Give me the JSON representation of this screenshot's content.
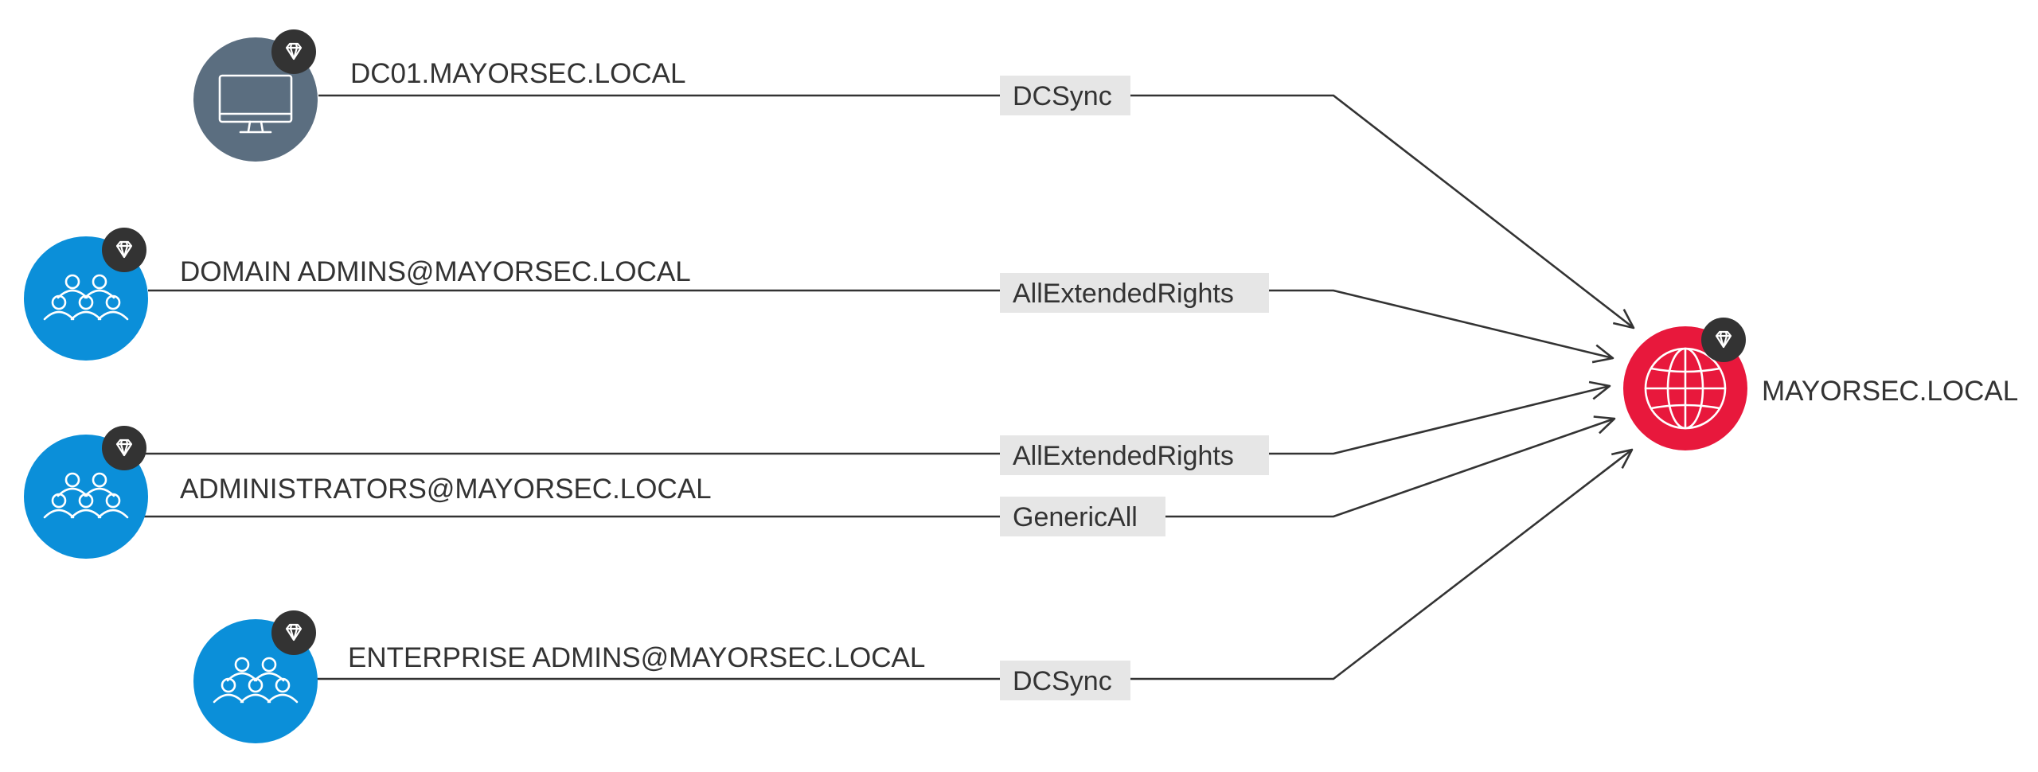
{
  "colors": {
    "computer_node": "#5b6e80",
    "group_node": "#0b8fd9",
    "domain_node": "#e8183c",
    "badge": "#333333",
    "edge_line": "#333333",
    "edge_label_bg": "#e6e6e6",
    "text": "#333333"
  },
  "nodes": {
    "dc01": {
      "label": "DC01.MAYORSEC.LOCAL",
      "kind": "computer",
      "icon": "monitor-icon",
      "highvalue": true
    },
    "domain_admins": {
      "label": "DOMAIN ADMINS@MAYORSEC.LOCAL",
      "kind": "group",
      "icon": "users-group-icon",
      "highvalue": true
    },
    "administrators": {
      "label": "ADMINISTRATORS@MAYORSEC.LOCAL",
      "kind": "group",
      "icon": "users-group-icon",
      "highvalue": true
    },
    "enterprise_admins": {
      "label": "ENTERPRISE ADMINS@MAYORSEC.LOCAL",
      "kind": "group",
      "icon": "users-group-icon",
      "highvalue": true
    },
    "mayorsec_local": {
      "label": "MAYORSEC.LOCAL",
      "kind": "domain",
      "icon": "globe-icon",
      "highvalue": true
    }
  },
  "edges": [
    {
      "from": "dc01",
      "to": "mayorsec_local",
      "label": "DCSync"
    },
    {
      "from": "domain_admins",
      "to": "mayorsec_local",
      "label": "AllExtendedRights"
    },
    {
      "from": "administrators",
      "to": "mayorsec_local",
      "label": "AllExtendedRights"
    },
    {
      "from": "administrators",
      "to": "mayorsec_local",
      "label": "GenericAll"
    },
    {
      "from": "enterprise_admins",
      "to": "mayorsec_local",
      "label": "DCSync"
    }
  ]
}
